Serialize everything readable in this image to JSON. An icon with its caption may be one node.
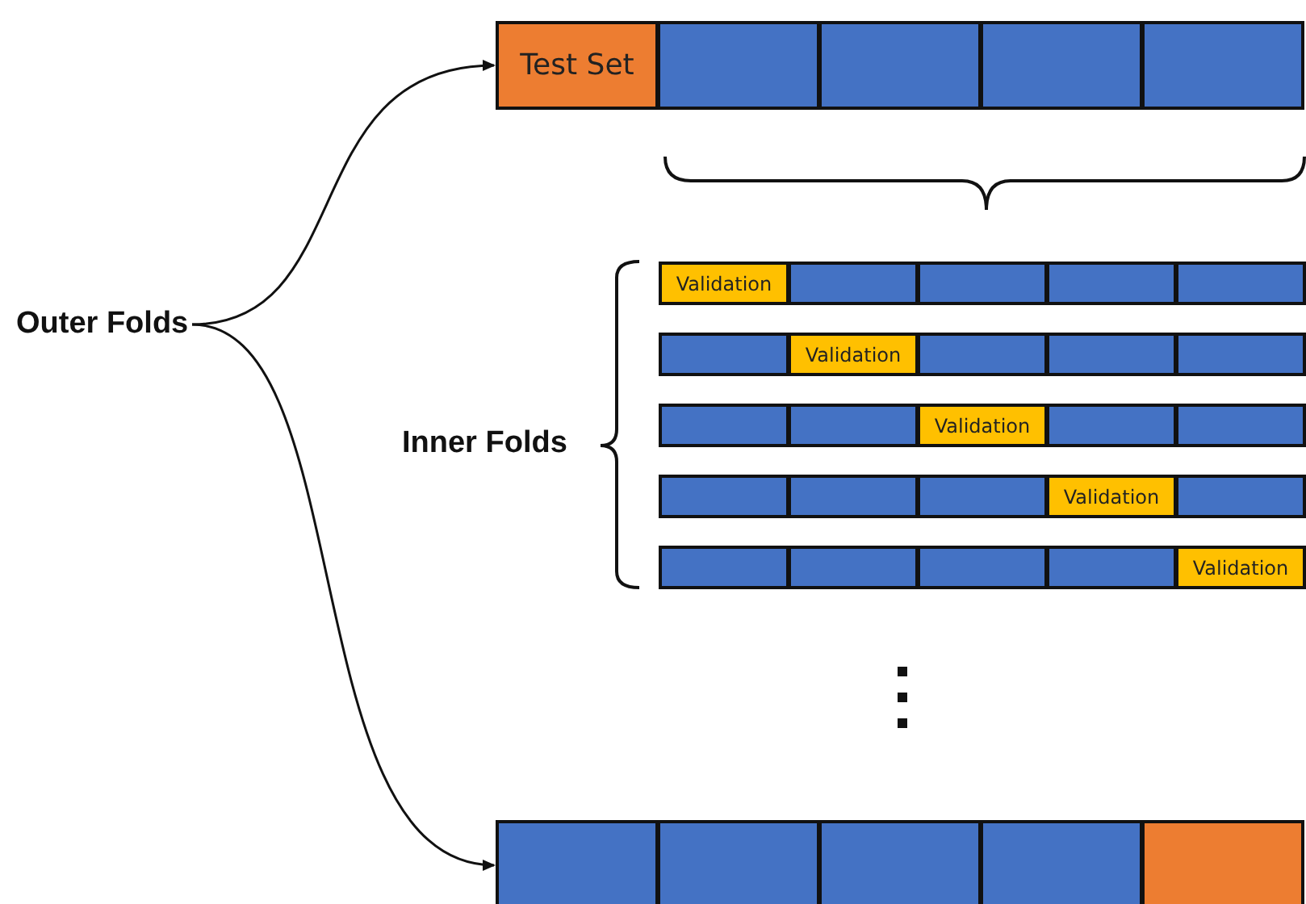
{
  "diagram": {
    "nodes": [
      {
        "text": [
          "Test Set"
        ]
      },
      {
        "text": [],
        "shape": "box"
      },
      {
        "text": [],
        "shape": "box"
      },
      {
        "text": [],
        "shape": "box"
      },
      {
        "text": [],
        "shape": "box"
      },
      {
        "text": [
          "Outer Folds"
        ]
      },
      {
        "text": [
          "Inner Folds"
        ]
      },
      {
        "text": [
          "Validation"
        ]
      },
      {
        "text": [],
        "shape": "box"
      },
      {
        "text": [],
        "shape": "box"
      },
      {
        "text": [],
        "shape": "box"
      },
      {
        "text": [],
        "shape": "box"
      },
      {
        "text": [],
        "shape": "box"
      },
      {
        "text": [
          "Validation"
        ]
      },
      {
        "text": [],
        "shape": "box"
      },
      {
        "text": [],
        "shape": "box"
      },
      {
        "text": [],
        "shape": "box"
      },
      {
        "text": [],
        "shape": "box"
      },
      {
        "text": [],
        "shape": "box"
      },
      {
        "text": [
          "Validation"
        ]
      },
      {
        "text": [],
        "shape": "box"
      },
      {
        "text": [],
        "shape": "box"
      },
      {
        "text": [],
        "shape": "box"
      },
      {
        "text": [],
        "shape": "box"
      },
      {
        "text": [],
        "shape": "box"
      },
      {
        "text": [
          "Validation"
        ]
      },
      {
        "text": [],
        "shape": "box"
      },
      {
        "text": [],
        "shape": "box"
      },
      {
        "text": [],
        "shape": "box"
      },
      {
        "text": [],
        "shape": "box"
      },
      {
        "text": [],
        "shape": "box"
      },
      {
        "text": [
          "Validation"
        ]
      },
      {
        "text": [],
        "shape": "box"
      },
      {
        "text": [],
        "shape": "box"
      },
      {
        "text": [],
        "shape": "box"
      },
      {
        "text": [],
        "shape": "box"
      },
      {
        "text": [],
        "shape": "box"
      }
    ],
    "edges": [
      {
        "from": 5,
        "to": 0,
        "arrow": "to"
      },
      {
        "from": 5,
        "to": 32,
        "arrow": "to"
      }
    ]
  }
}
